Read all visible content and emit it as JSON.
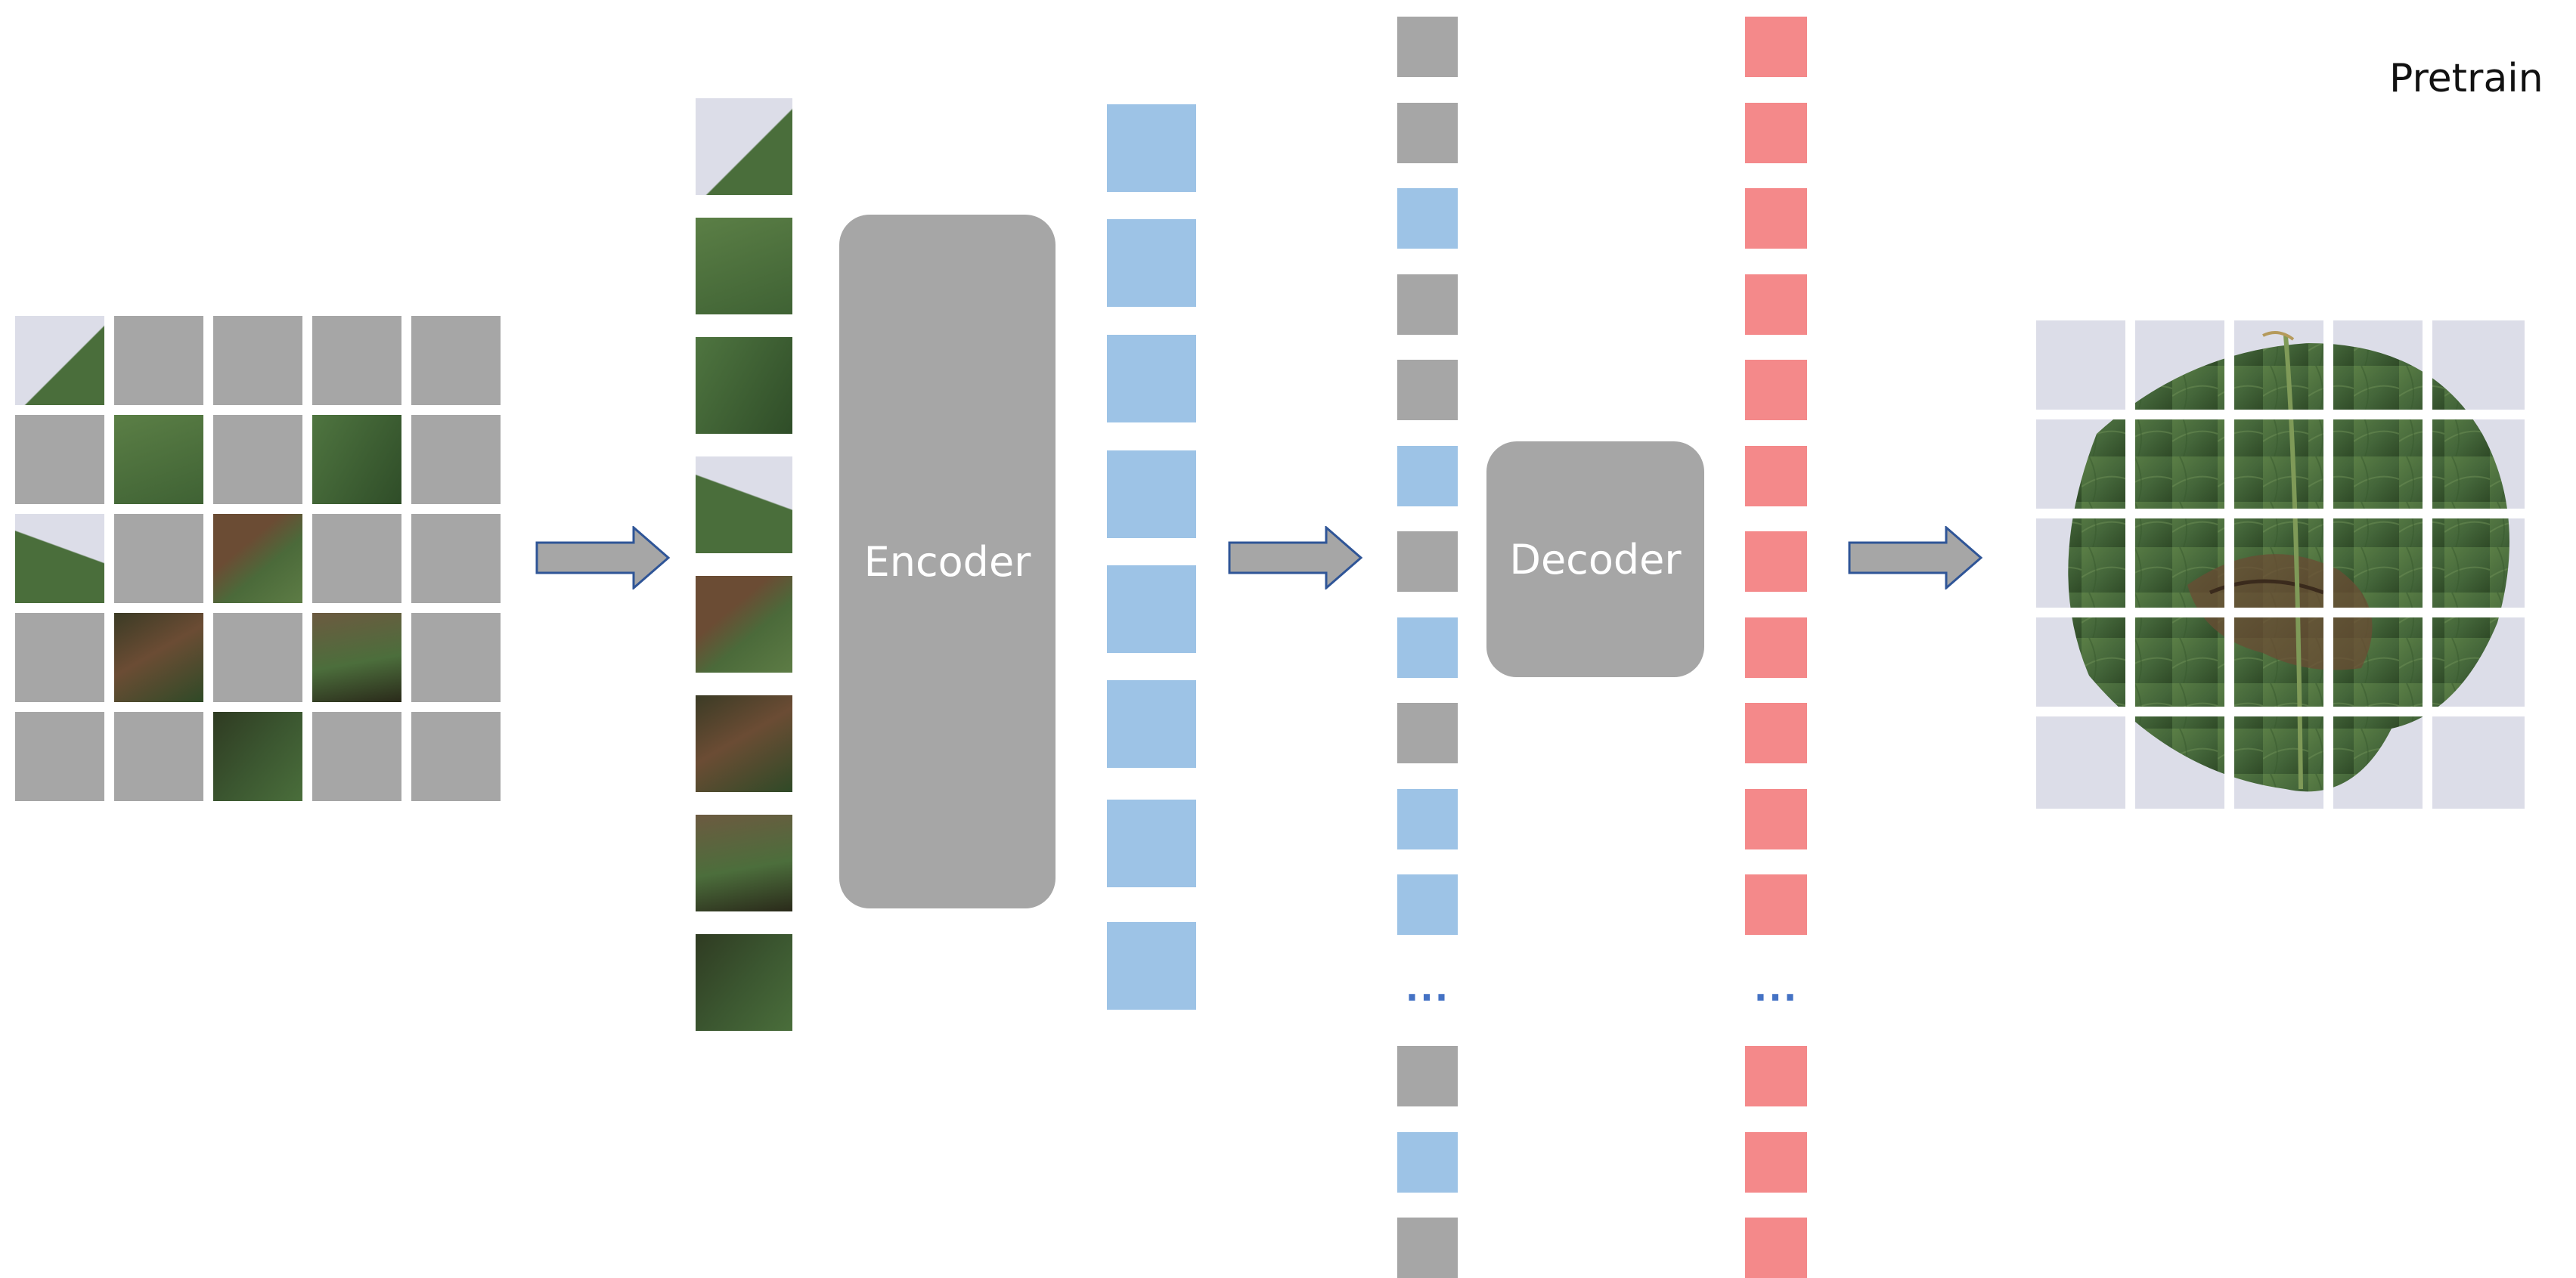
{
  "diagram": {
    "corner_label": "Pretrain",
    "encoder_label": "Encoder",
    "decoder_label": "Decoder",
    "ellipsis": "...",
    "colors": {
      "mask_gray": "#a6a6a6",
      "token_blue": "#9dc3e6",
      "decoded_red": "#f4898a",
      "arrow_fill": "#a6a6a6",
      "arrow_stroke": "#2f5597",
      "ellipsis_blue": "#4472c4",
      "leaf_green": "#4a6e3b",
      "leaf_dark": "#3b5630",
      "lesion_brown": "#6b4c34",
      "background_lilac": "#dcdde8"
    },
    "masked_grid_pattern": [
      [
        "visible",
        "masked",
        "masked",
        "masked",
        "masked"
      ],
      [
        "masked",
        "visible",
        "masked",
        "visible",
        "masked"
      ],
      [
        "visible",
        "masked",
        "visible",
        "masked",
        "masked"
      ],
      [
        "masked",
        "visible",
        "masked",
        "visible",
        "masked"
      ],
      [
        "masked",
        "masked",
        "visible",
        "masked",
        "masked"
      ]
    ],
    "visible_patch_count": 8,
    "encoded_token_count": 8,
    "decoder_input_sequence": [
      "gray",
      "gray",
      "blue",
      "gray",
      "gray",
      "blue",
      "gray",
      "blue",
      "gray",
      "blue",
      "blue",
      "ellipsis",
      "gray",
      "blue",
      "gray"
    ],
    "decoder_output_count": 15
  }
}
